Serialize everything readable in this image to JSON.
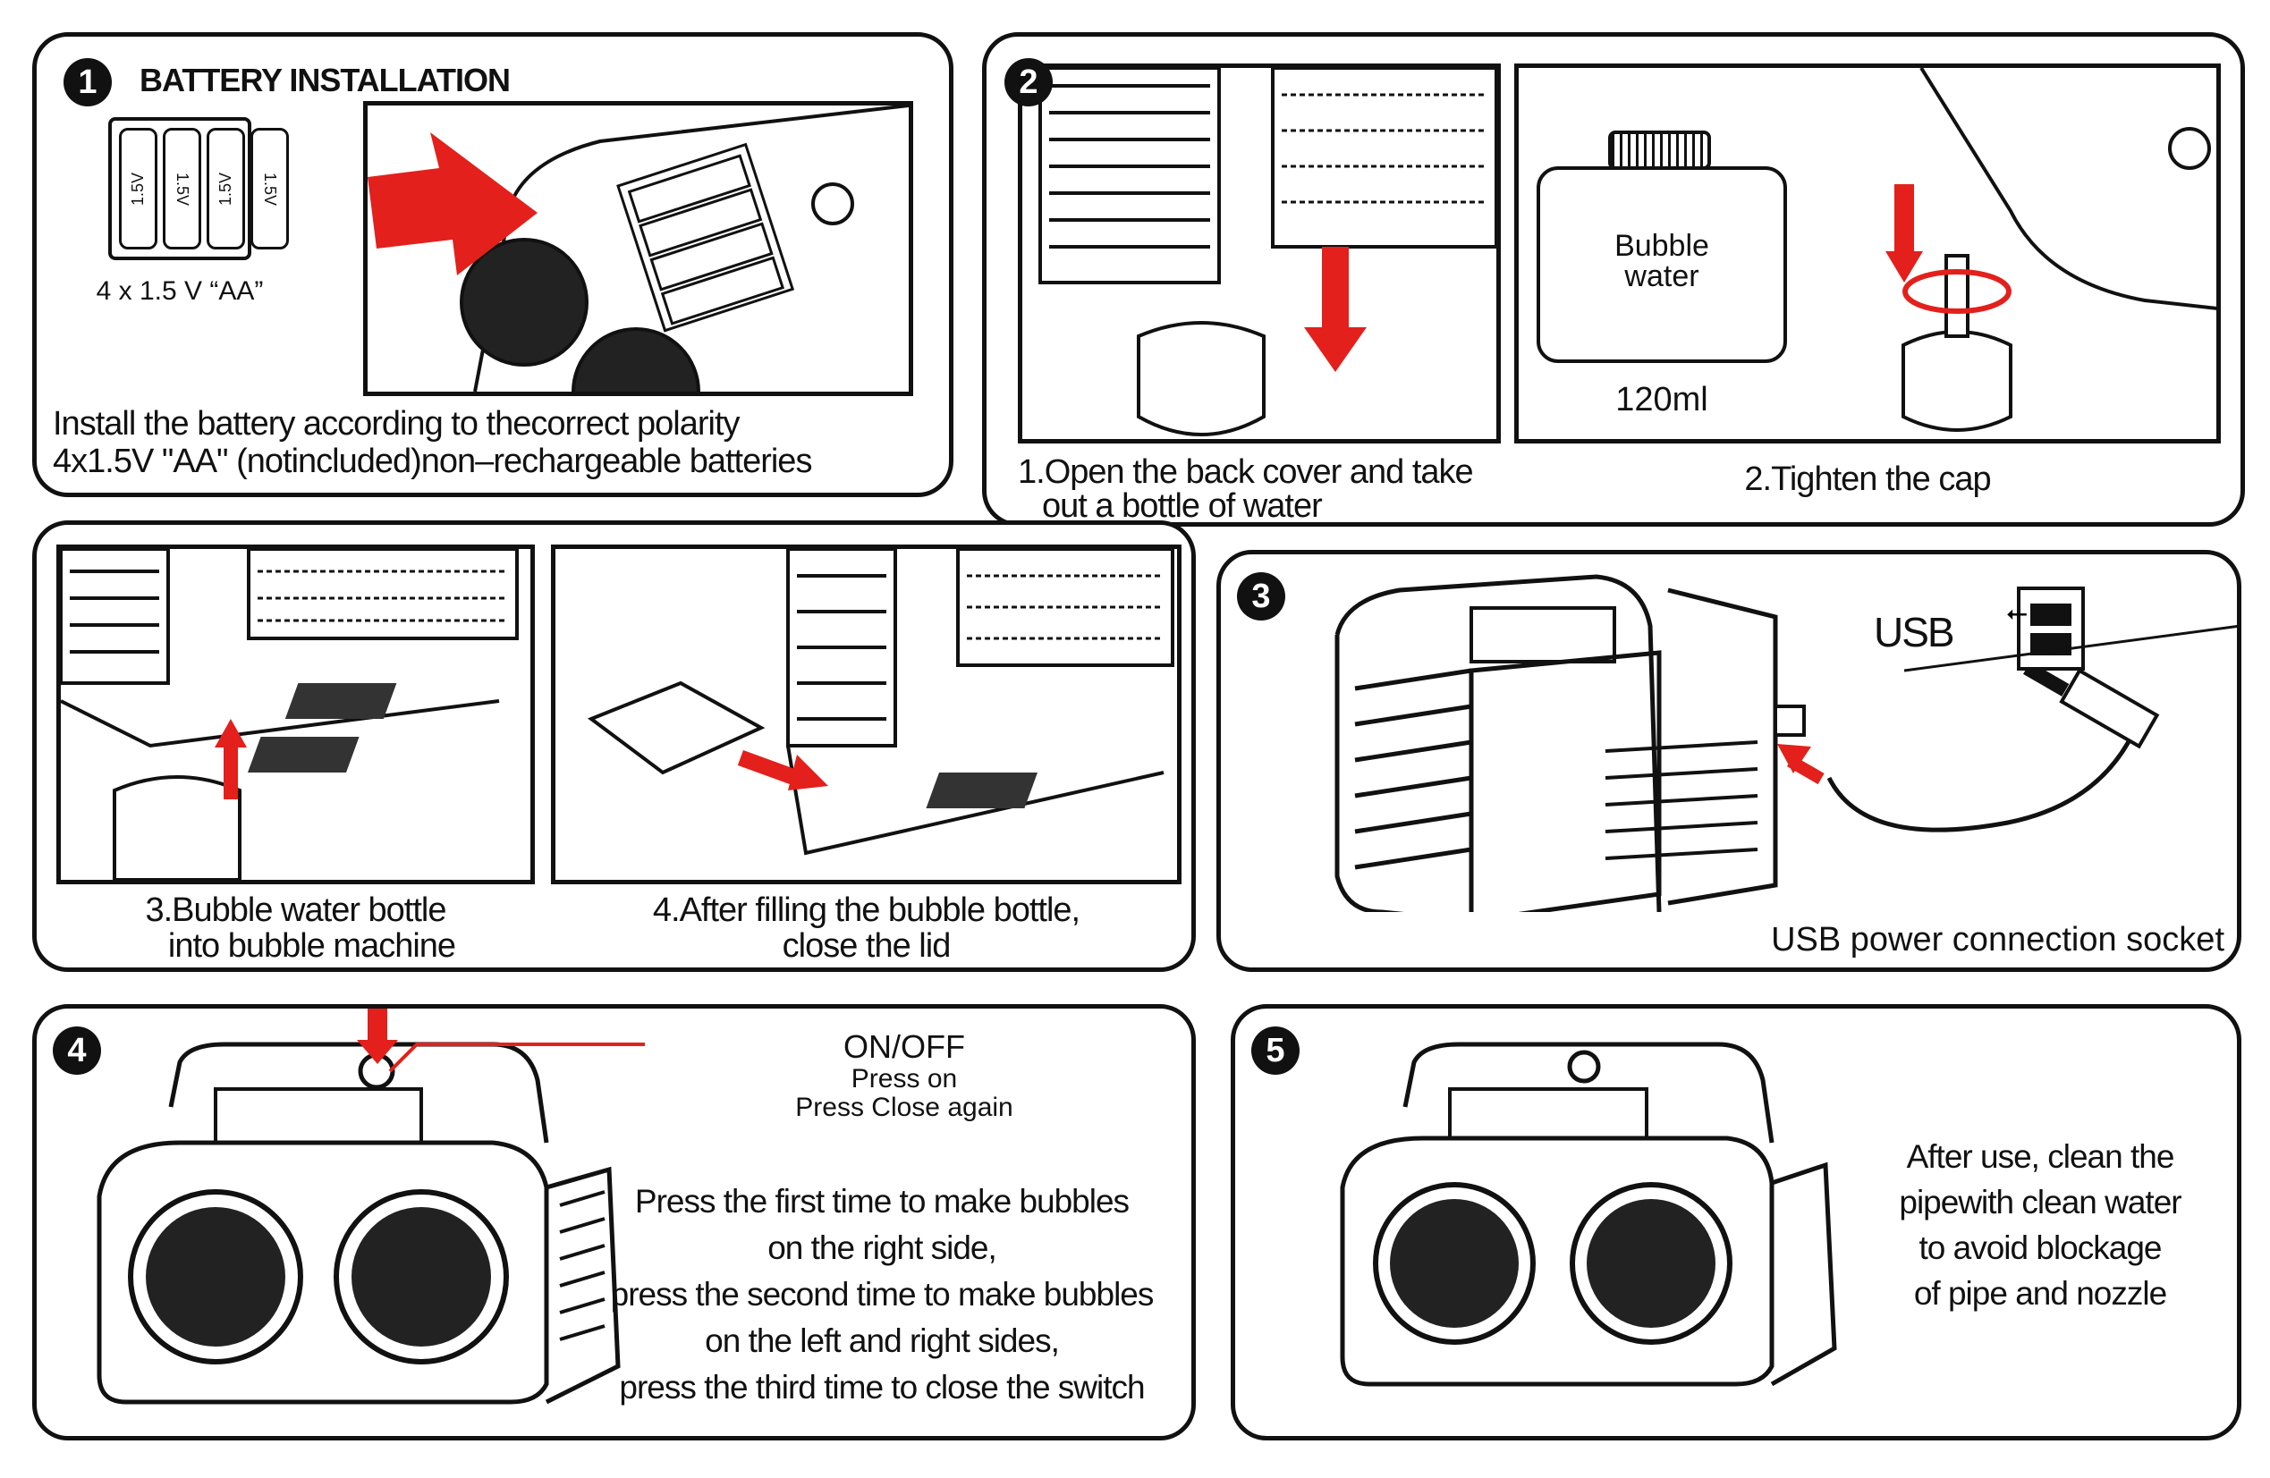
{
  "step1": {
    "number": "1",
    "title": "BATTERY INSTALLATION",
    "battery_labels": [
      "1.5V",
      "1.5V",
      "1.5V",
      "1.5V"
    ],
    "battery_caption": "4 x 1.5 V “AA”",
    "instruction_line1": "Install the battery according to thecorrect polarity",
    "instruction_line2": "4x1.5V \"AA\" (notincluded)non–rechargeable batteries"
  },
  "step2": {
    "number": "2",
    "bottle_label_line1": "Bubble",
    "bottle_label_line2": "water",
    "bottle_volume": "120ml",
    "caption1_line1": "1.Open the back cover and take",
    "caption1_line2": "out a bottle of water",
    "caption2": "2.Tighten the cap"
  },
  "step2b": {
    "caption3_line1": "3.Bubble water bottle",
    "caption3_line2": "into bubble machine",
    "caption4_line1": "4.After filling the bubble bottle,",
    "caption4_line2": "close the lid"
  },
  "step3": {
    "number": "3",
    "usb_label": "USB",
    "caption": "USB power connection socket"
  },
  "step4": {
    "number": "4",
    "button_label": "ON/OFF",
    "press_on": "Press on",
    "press_close": "Press Close again",
    "description": [
      "Press the first time to make bubbles",
      "on the right side,",
      "press the second time to make bubbles",
      "on the left and right sides,",
      "press the third time to close the switch"
    ]
  },
  "step5": {
    "number": "5",
    "description": [
      "After use, clean the",
      "pipewith clean water",
      "to avoid blockage",
      "of pipe and nozzle"
    ]
  },
  "colors": {
    "accent_red": "#e3201b",
    "ink": "#111111"
  }
}
